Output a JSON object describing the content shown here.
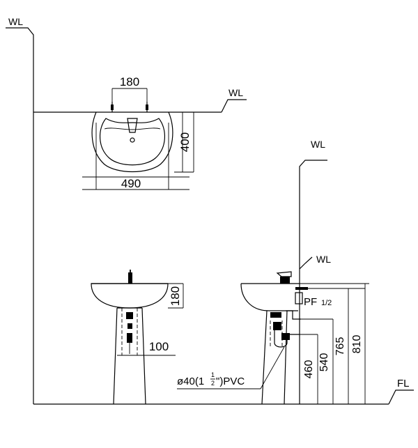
{
  "labels": {
    "wl_top_left": "WL",
    "wl_basin_top": "WL",
    "wl_side_riser": "WL",
    "wl_side_basin": "WL",
    "fl": "FL"
  },
  "dimensions": {
    "tap_spacing": "180",
    "basin_width": "490",
    "basin_depth": "400",
    "basin_height_front": "180",
    "pedestal_width": "100",
    "dim_460": "460",
    "dim_540": "540",
    "dim_765": "765",
    "dim_810": "810"
  },
  "annotations": {
    "pf_main": "PF",
    "pf_size": "1/2",
    "pvc_prefix": "ø40(1",
    "pvc_frac_num": "1",
    "pvc_frac_den": "2",
    "pvc_suffix": "\")PVC"
  }
}
